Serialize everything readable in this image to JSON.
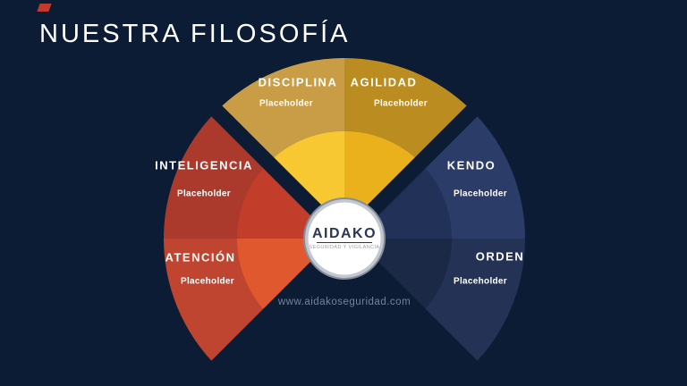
{
  "title": "NUESTRA FILOSOFÍA",
  "website": "www.aidakoseguridad.com",
  "logo": {
    "name": "AIDAKO",
    "tagline": "SEGURIDAD Y VIGILANCIA"
  },
  "segments": [
    {
      "id": "disciplina",
      "label": "DISCIPLINA",
      "sublabel": "Placeholder"
    },
    {
      "id": "agilidad",
      "label": "AGILIDAD",
      "sublabel": "Placeholder"
    },
    {
      "id": "inteligencia",
      "label": "INTELIGENCIA",
      "sublabel": "Placeholder"
    },
    {
      "id": "kendo",
      "label": "KENDO",
      "sublabel": "Placeholder"
    },
    {
      "id": "atencion",
      "label": "ATENCIÓN",
      "sublabel": "Placeholder"
    },
    {
      "id": "orden",
      "label": "ORDEN",
      "sublabel": "Placeholder"
    }
  ],
  "colors": {
    "background": "#0D1C35",
    "title_text": "#FFFFFF",
    "label_text": "#FFFFFF",
    "disciplina_outer": "#C89D45",
    "disciplina_inner": "#F8C833",
    "agilidad_outer": "#BB8D20",
    "agilidad_inner": "#EBB11D",
    "inteligencia_outer": "#AB392C",
    "inteligencia_inner": "#C33D2B",
    "atencion_outer": "#BF4531",
    "atencion_inner": "#E0592E",
    "kendo_outer": "#2C3C68",
    "kendo_inner": "#223158",
    "orden_outer": "#243355",
    "orden_inner": "#1B2946",
    "ring_edge": "#848D9C",
    "ring": "#C2C7D0",
    "circle_fill": "#FFFFFF",
    "logo_text": "#293654",
    "tagline_text": "#9AA0AB",
    "website_text": "#7B87A0",
    "corner_accent": "#C3392B"
  }
}
